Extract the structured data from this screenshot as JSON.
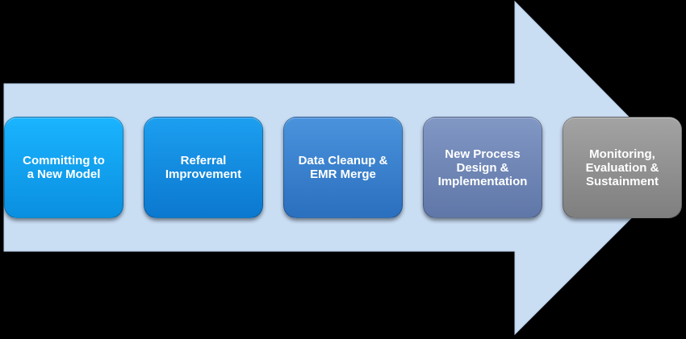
{
  "colors": {
    "background": "#000000",
    "arrow": "#c9ddf3",
    "step_1": "#0a9ff0",
    "step_2": "#128de0",
    "step_3": "#3a82cf",
    "step_4": "#7088b8",
    "step_5": "#909090"
  },
  "steps": [
    {
      "label": "Committing to\na New Model"
    },
    {
      "label": "Referral\nImprovement"
    },
    {
      "label": "Data Cleanup &\nEMR Merge"
    },
    {
      "label": "New Process\nDesign &\nImplementation"
    },
    {
      "label": "Monitoring,\nEvaluation &\nSustainment"
    }
  ]
}
